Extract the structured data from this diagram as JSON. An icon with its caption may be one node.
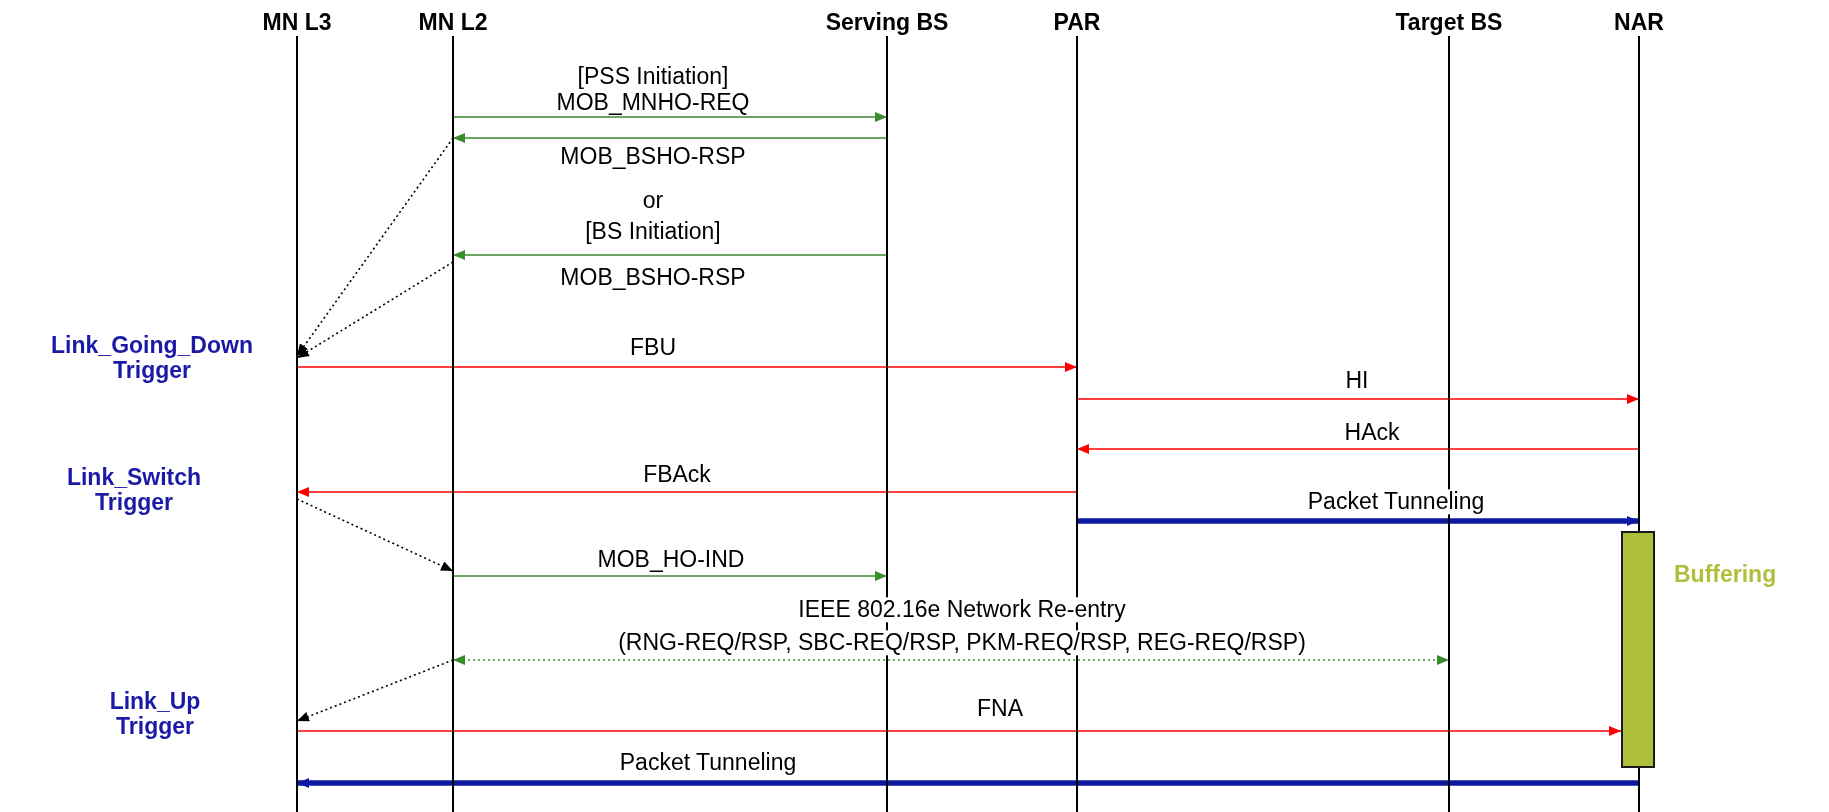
{
  "diagram": {
    "nodes": [
      {
        "text": [
          "MN L3"
        ]
      },
      {
        "text": [
          "MN L2"
        ]
      },
      {
        "text": [
          "Serving BS"
        ]
      },
      {
        "text": [
          "PAR"
        ]
      },
      {
        "text": [
          "Target BS"
        ]
      },
      {
        "text": [
          "NAR"
        ]
      },
      {
        "text": [],
        "shape": "bar",
        "beside": [
          "Buffering"
        ]
      }
    ],
    "edges": [
      {
        "from": 1,
        "to": 2,
        "arrow": "to",
        "label": "MOB_MNHO-REQ",
        "color": "#3a8a2e"
      },
      {
        "from": 2,
        "to": 1,
        "arrow": "to",
        "label": "MOB_BSHO-RSP",
        "color": "#3a8a2e"
      },
      {
        "from": 2,
        "to": 1,
        "arrow": "to",
        "label": "MOB_BSHO-RSP",
        "color": "#3a8a2e"
      },
      {
        "from": 1,
        "to": 0,
        "arrow": "to",
        "style": "dashed",
        "color": "#000000"
      },
      {
        "from": 1,
        "to": 0,
        "arrow": "to",
        "style": "dashed",
        "color": "#000000"
      },
      {
        "from": 0,
        "to": 3,
        "arrow": "to",
        "label": "FBU",
        "color": "#ff0000"
      },
      {
        "from": 3,
        "to": 5,
        "arrow": "to",
        "label": "HI",
        "color": "#ff0000"
      },
      {
        "from": 5,
        "to": 3,
        "arrow": "to",
        "label": "HAck",
        "color": "#ff0000"
      },
      {
        "from": 3,
        "to": 0,
        "arrow": "to",
        "label": "FBAck",
        "color": "#ff0000"
      },
      {
        "from": 3,
        "to": 5,
        "arrow": "to",
        "label": "Packet Tunneling",
        "style": "thick",
        "color": "#0d1aa0"
      },
      {
        "from": 0,
        "to": 1,
        "arrow": "to",
        "style": "dashed",
        "color": "#000000"
      },
      {
        "from": 1,
        "to": 2,
        "arrow": "to",
        "label": "MOB_HO-IND",
        "color": "#3a8a2e"
      },
      {
        "from": 1,
        "to": 4,
        "arrow": "both",
        "label": "(RNG-REQ/RSP, SBC-REQ/RSP, PKM-REQ/RSP, REG-REQ/RSP)",
        "style": "dashed",
        "color": "#3a8a2e"
      },
      {
        "from": 1,
        "to": 0,
        "arrow": "to",
        "style": "dashed",
        "color": "#000000"
      },
      {
        "from": 0,
        "to": 6,
        "arrow": "to",
        "label": "FNA",
        "color": "#ff0000"
      },
      {
        "from": 5,
        "to": 0,
        "arrow": "to",
        "label": "Packet Tunneling",
        "style": "thick",
        "color": "#0d1aa0"
      }
    ],
    "labels": [
      "[PSS Initiation]",
      "or",
      "[BS Initiation]",
      "Link_Going_Down Trigger",
      "Link_Switch Trigger",
      "IEEE 802.16e Network Re-entry",
      "Link_Up Trigger"
    ]
  }
}
